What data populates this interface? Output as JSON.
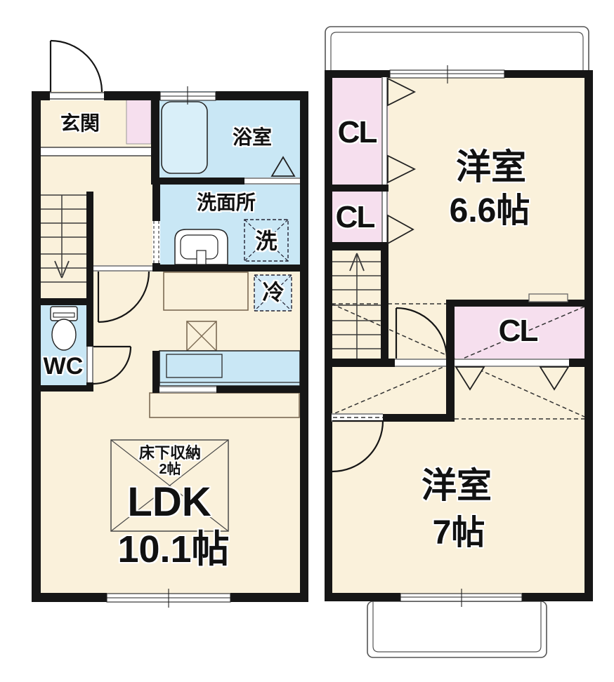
{
  "floor1": {
    "entrance": "玄関",
    "bathroom": "浴室",
    "washroom": "洗面所",
    "washer": "洗",
    "fridge": "冷",
    "toilet": "WC",
    "underfloor_storage": "床下収納",
    "underfloor_size": "2帖",
    "ldk": "LDK",
    "ldk_size": "10.1帖"
  },
  "floor2": {
    "closet_top": "CL",
    "closet_mid": "CL",
    "closet_right": "CL",
    "bedroom1": "洋室",
    "bedroom1_size": "6.6帖",
    "bedroom2": "洋室",
    "bedroom2_size": "7帖"
  },
  "colors": {
    "floor": "#FAF1DB",
    "wet_area": "#C9E7F5",
    "closet": "#F6DFEE",
    "wall": "#161616",
    "balcony": "#FFFFFF"
  }
}
